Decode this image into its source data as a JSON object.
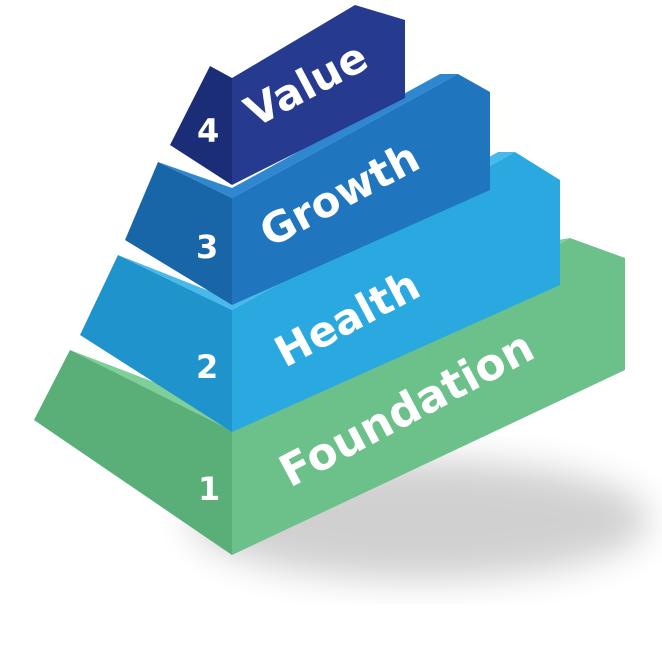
{
  "tiers": [
    {
      "number": "1",
      "label": "Foundation",
      "front_color": "#6cc08a",
      "top_color": "#7fcf9b",
      "side_color": "#5aae78"
    },
    {
      "number": "2",
      "label": "Health",
      "front_color": "#2aa9e1",
      "top_color": "#48b9ea",
      "side_color": "#1f94cc"
    },
    {
      "number": "3",
      "label": "Growth",
      "front_color": "#1f76bf",
      "top_color": "#2f88cf",
      "side_color": "#1865a8"
    },
    {
      "number": "4",
      "label": "Value",
      "front_color": "#263a8f",
      "top_color": "#33479f",
      "side_color": "#1c2d78"
    }
  ]
}
